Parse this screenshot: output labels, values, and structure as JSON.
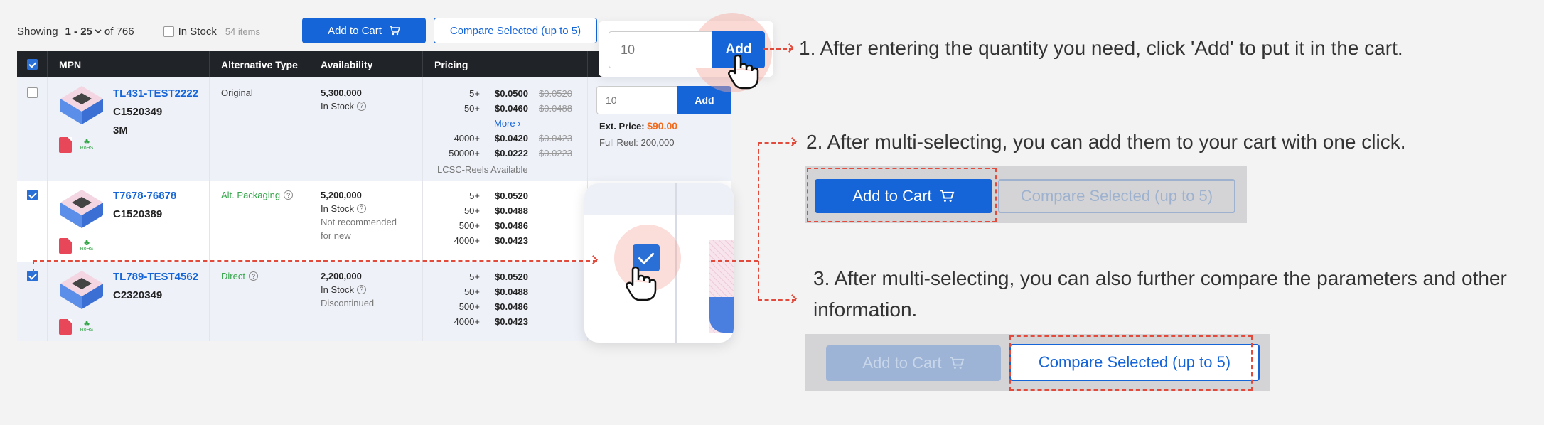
{
  "toolbar": {
    "showing_label": "Showing",
    "range": "1 - 25",
    "of_total": "of 766",
    "in_stock_label": "In Stock",
    "in_stock_count": "54 items",
    "add_to_cart": "Add to Cart",
    "compare_selected": "Compare Selected (up to 5)"
  },
  "table": {
    "headers": [
      "MPN",
      "Alternative Type",
      "Availability",
      "Pricing"
    ],
    "rows": [
      {
        "checked": false,
        "mpn": "TL431-TEST2222",
        "code": "C1520349",
        "manufacturer": "3M",
        "rohs": "RoHS",
        "alt_type": "Original",
        "alt_color": "#444444",
        "availability_qty": "5,300,000",
        "availability_status": "In Stock",
        "availability_note": "",
        "prices_top": [
          {
            "tier": "5+",
            "price": "$0.0500",
            "old": "$0.0520"
          },
          {
            "tier": "50+",
            "price": "$0.0460",
            "old": "$0.0488"
          }
        ],
        "more": "More ›",
        "prices_bottom": [
          {
            "tier": "4000+",
            "price": "$0.0420",
            "old": "$0.0423"
          },
          {
            "tier": "50000+",
            "price": "$0.0222",
            "old": "$0.0223"
          }
        ],
        "reels_note": "LCSC-Reels Available",
        "qty_placeholder": "10",
        "add_label": "Add",
        "ext_price_label": "Ext. Price:",
        "ext_price_value": "$90.00",
        "full_reel": "Full Reel: 200,000"
      },
      {
        "checked": true,
        "mpn": "T7678-76878",
        "code": "C1520389",
        "rohs": "RoHS",
        "alt_type": "Alt. Packaging",
        "alt_color": "#35a64a",
        "availability_qty": "5,200,000",
        "availability_status": "In Stock",
        "availability_note": "Not recommended for new",
        "prices": [
          {
            "tier": "5+",
            "price": "$0.0520"
          },
          {
            "tier": "50+",
            "price": "$0.0488"
          },
          {
            "tier": "500+",
            "price": "$0.0486"
          },
          {
            "tier": "4000+",
            "price": "$0.0423"
          }
        ]
      },
      {
        "checked": true,
        "mpn": "TL789-TEST4562",
        "code": "C2320349",
        "rohs": "RoHS",
        "alt_type": "Direct",
        "alt_color": "#35a64a",
        "availability_qty": "2,200,000",
        "availability_status": "In Stock",
        "availability_note": "Discontinued",
        "prices": [
          {
            "tier": "5+",
            "price": "$0.0520"
          },
          {
            "tier": "50+",
            "price": "$0.0488"
          },
          {
            "tier": "500+",
            "price": "$0.0486"
          },
          {
            "tier": "4000+",
            "price": "$0.0423"
          }
        ]
      }
    ]
  },
  "callout_add": {
    "qty_placeholder": "10",
    "add_label": "Add"
  },
  "steps": {
    "step1": "1. After entering the quantity you need, click 'Add' to put it in the cart.",
    "step2": "2. After multi-selecting, you can add them to your cart with one click.",
    "step3": "3. After multi-selecting, you can also further compare the parameters and other information.",
    "add_to_cart": "Add to Cart",
    "compare_selected": "Compare Selected (up to 5)"
  },
  "colors": {
    "primary": "#1565d8",
    "header_bg": "#202328",
    "accent_orange": "#f26b1d",
    "annotation_red": "#e24a3b",
    "green": "#35a64a"
  }
}
